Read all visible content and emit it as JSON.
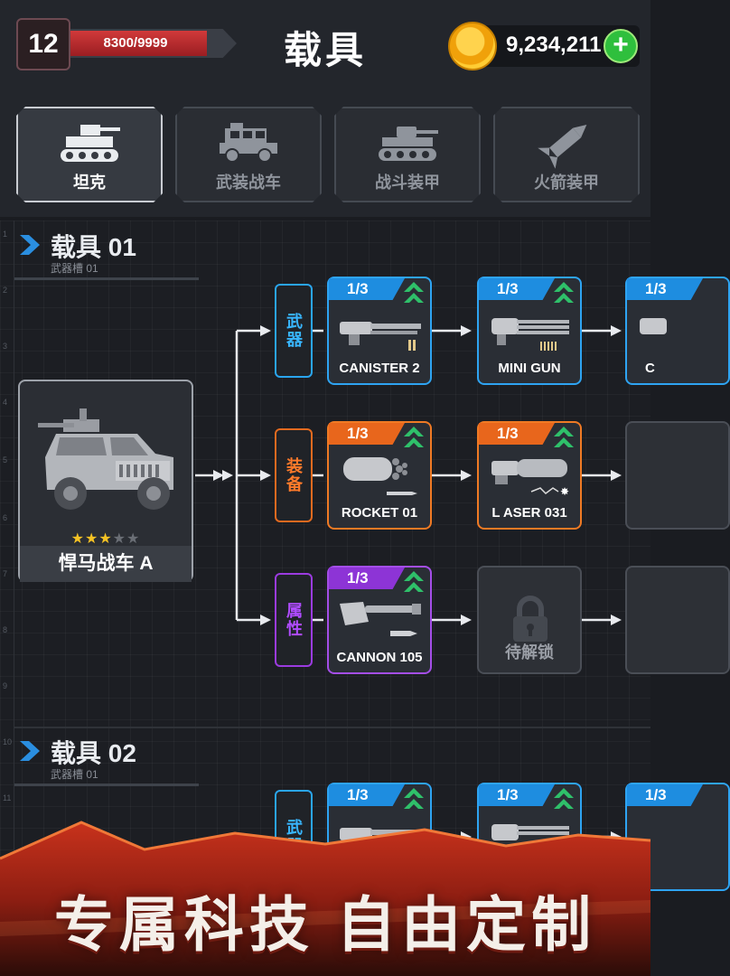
{
  "header": {
    "level": "12",
    "xp_text": "8300/9999",
    "xp_progress": 0.83,
    "title": "载具",
    "coins": "9,234,211",
    "add_label": "+"
  },
  "tabs": [
    {
      "label": "坦克",
      "icon": "tank-icon",
      "active": true
    },
    {
      "label": "武装战车",
      "icon": "armored-car-icon",
      "active": false
    },
    {
      "label": "战斗装甲",
      "icon": "battle-tank-icon",
      "active": false
    },
    {
      "label": "火箭装甲",
      "icon": "rocket-icon",
      "active": false
    }
  ],
  "ruler": [
    "1",
    "2",
    "3",
    "4",
    "5",
    "6",
    "7",
    "8",
    "9",
    "10",
    "11"
  ],
  "sections": [
    {
      "title": "载具 01",
      "subtitle": "武器槽 01",
      "vehicle": {
        "name": "悍马战车 A",
        "stars": 3,
        "max_stars": 5
      },
      "branches": [
        {
          "label": "武器",
          "color": "blue",
          "cards": [
            {
              "tag": "1/3",
              "label": "CANISTER 2",
              "icon": "gatling-gun-icon"
            },
            {
              "tag": "1/3",
              "label": "MINI GUN",
              "icon": "minigun-icon"
            },
            {
              "tag": "1/3",
              "label": "C",
              "icon": "minigun-icon"
            }
          ]
        },
        {
          "label": "装备",
          "color": "orange",
          "cards": [
            {
              "tag": "1/3",
              "label": "ROCKET 01",
              "icon": "rocket-launcher-icon"
            },
            {
              "tag": "1/3",
              "label": "L ASER 031",
              "icon": "laser-cannon-icon"
            },
            {
              "tag": "",
              "label": "",
              "icon": "locked-slot"
            }
          ]
        },
        {
          "label": "属性",
          "color": "purple",
          "cards": [
            {
              "tag": "1/3",
              "label": "CANNON 105",
              "icon": "cannon-icon"
            },
            {
              "tag": "",
              "label": "待解锁",
              "icon": "padlock-icon"
            },
            {
              "tag": "",
              "label": "",
              "icon": "locked-slot"
            }
          ]
        }
      ]
    },
    {
      "title": "载具 02",
      "subtitle": "武器槽 01",
      "branches": [
        {
          "label": "武器",
          "color": "blue",
          "cards": [
            {
              "tag": "1/3",
              "label": "",
              "icon": "gatling-gun-icon"
            },
            {
              "tag": "1/3",
              "label": "",
              "icon": "minigun-icon"
            },
            {
              "tag": "1/3",
              "label": "",
              "icon": "minigun-icon"
            }
          ]
        }
      ]
    }
  ],
  "banner": {
    "text": "专属科技 自由定制"
  },
  "colors": {
    "blue": "#2ea4f2",
    "orange": "#f07a24",
    "purple": "#a44ee8",
    "xp_red": "#c62f33",
    "coin_gold": "#f5b21b",
    "add_green": "#2fbf3d"
  }
}
